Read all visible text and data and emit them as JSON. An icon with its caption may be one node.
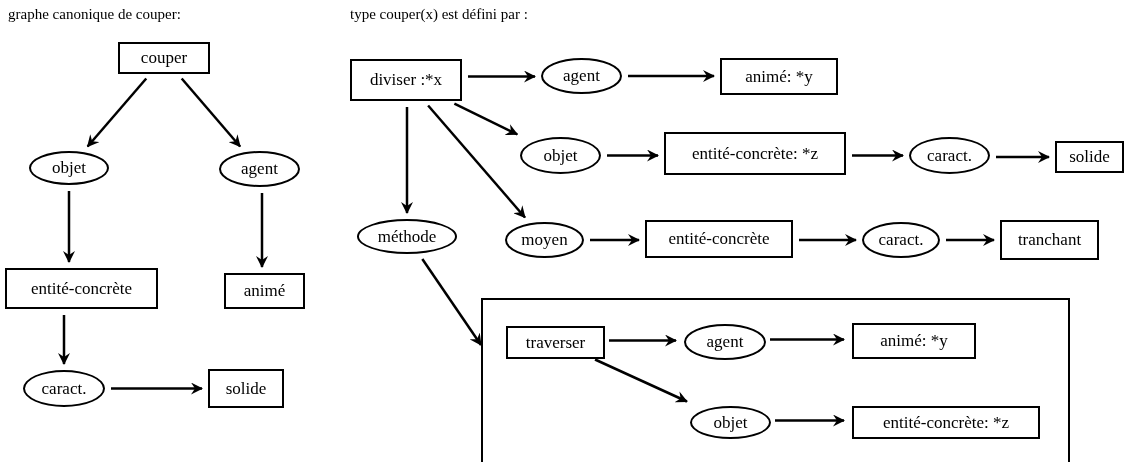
{
  "diagram": {
    "nodes": [
      {
        "text": [
          "couper"
        ]
      },
      {
        "text": [
          "objet"
        ]
      },
      {
        "text": [
          "agent"
        ]
      },
      {
        "text": [
          "entité-concrète"
        ]
      },
      {
        "text": [
          "animé"
        ]
      },
      {
        "text": [
          "caract."
        ]
      },
      {
        "text": [
          "solide"
        ]
      },
      {
        "text": [
          "diviser :*x"
        ]
      },
      {
        "text": [
          "agent"
        ]
      },
      {
        "text": [
          "animé: *y"
        ]
      },
      {
        "text": [
          "objet"
        ]
      },
      {
        "text": [
          "entité-concrète: *z"
        ]
      },
      {
        "text": [
          "caract."
        ]
      },
      {
        "text": [
          "solide"
        ]
      },
      {
        "text": [
          "méthode"
        ]
      },
      {
        "text": [
          "moyen"
        ]
      },
      {
        "text": [
          "entité-concrète"
        ]
      },
      {
        "text": [
          "caract."
        ]
      },
      {
        "text": [
          "tranchant"
        ]
      },
      {
        "text": [],
        "shape": "box"
      },
      {
        "text": [
          "traverser"
        ],
        "in": 19
      },
      {
        "text": [
          "agent"
        ],
        "in": 19
      },
      {
        "text": [
          "animé: *y"
        ],
        "in": 19
      },
      {
        "text": [
          "objet"
        ],
        "in": 19
      },
      {
        "text": [
          "entité-concrète: *z"
        ],
        "in": 19
      }
    ],
    "edges": [
      {
        "from": 0,
        "to": 1,
        "arrow": "to"
      },
      {
        "from": 0,
        "to": 2,
        "arrow": "to"
      },
      {
        "from": 1,
        "to": 3,
        "arrow": "to"
      },
      {
        "from": 2,
        "to": 4,
        "arrow": "to"
      },
      {
        "from": 3,
        "to": 5,
        "arrow": "to"
      },
      {
        "from": 5,
        "to": 6,
        "arrow": "to"
      },
      {
        "from": 7,
        "to": 8,
        "arrow": "to"
      },
      {
        "from": 8,
        "to": 9,
        "arrow": "to"
      },
      {
        "from": 7,
        "to": 10,
        "arrow": "to"
      },
      {
        "from": 10,
        "to": 11,
        "arrow": "to"
      },
      {
        "from": 11,
        "to": 12,
        "arrow": "to"
      },
      {
        "from": 12,
        "to": 13,
        "arrow": "to"
      },
      {
        "from": 7,
        "to": 14,
        "arrow": "to"
      },
      {
        "from": 7,
        "to": 15,
        "arrow": "to"
      },
      {
        "from": 15,
        "to": 16,
        "arrow": "to"
      },
      {
        "from": 16,
        "to": 17,
        "arrow": "to"
      },
      {
        "from": 17,
        "to": 18,
        "arrow": "to"
      },
      {
        "from": 14,
        "to": 19,
        "arrow": "to"
      },
      {
        "from": 20,
        "to": 21,
        "arrow": "to"
      },
      {
        "from": 21,
        "to": 22,
        "arrow": "to"
      },
      {
        "from": 20,
        "to": 23,
        "arrow": "to"
      },
      {
        "from": 23,
        "to": 24,
        "arrow": "to"
      }
    ],
    "labels": [
      "graphe canonique de couper:",
      "type couper(x) est défini par :"
    ]
  }
}
